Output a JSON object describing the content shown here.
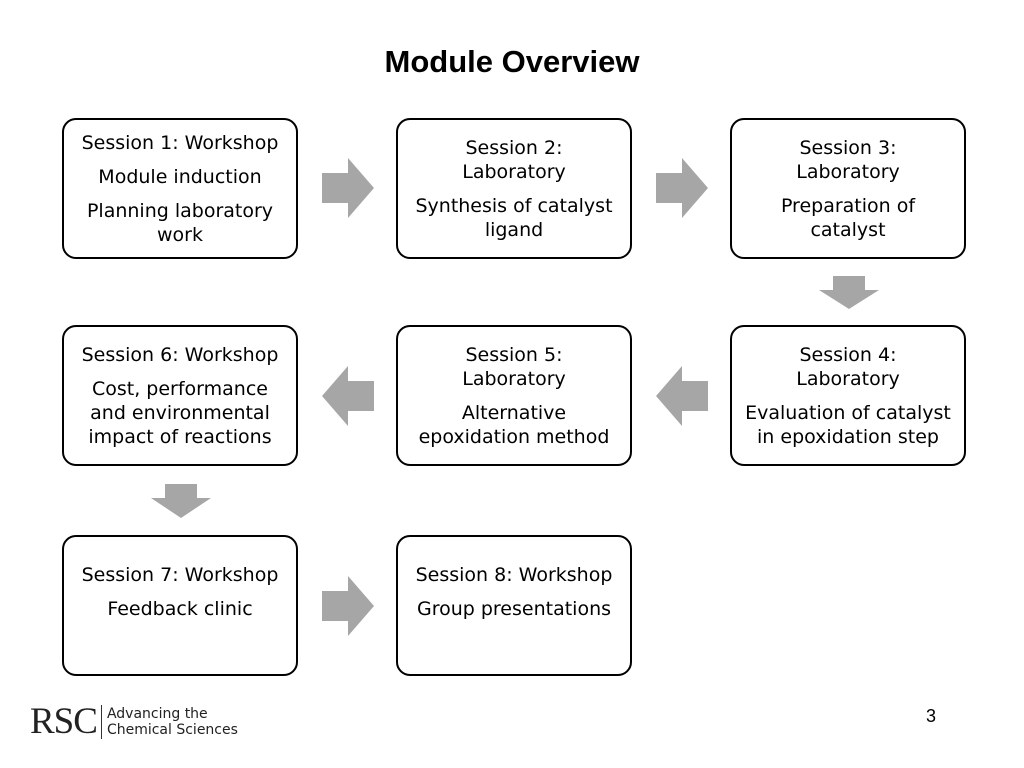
{
  "title": "Module Overview",
  "colors": {
    "arrow": "#a6a6a6",
    "border": "#000000"
  },
  "sessions": [
    {
      "heading": "Session 1: Workshop",
      "lines": [
        "Module induction",
        "Planning laboratory work"
      ]
    },
    {
      "heading": "Session 2: Laboratory",
      "lines": [
        "Synthesis of catalyst ligand"
      ]
    },
    {
      "heading": "Session 3: Laboratory",
      "lines": [
        "Preparation of catalyst"
      ]
    },
    {
      "heading": "Session 4: Laboratory",
      "lines": [
        "Evaluation of catalyst in epoxidation step"
      ]
    },
    {
      "heading": "Session 5: Laboratory",
      "lines": [
        "Alternative epoxidation method"
      ]
    },
    {
      "heading": "Session 6: Workshop",
      "lines": [
        "Cost, performance and environmental impact of reactions"
      ]
    },
    {
      "heading": "Session 7: Workshop",
      "lines": [
        "Feedback clinic"
      ]
    },
    {
      "heading": "Session 8: Workshop",
      "lines": [
        "Group presentations"
      ]
    }
  ],
  "arrows": [
    "right",
    "right",
    "down",
    "left",
    "left",
    "down",
    "right"
  ],
  "footer": {
    "logo_mark": "RSC",
    "logo_line1": "Advancing the",
    "logo_line2": "Chemical Sciences",
    "page_number": "3"
  }
}
